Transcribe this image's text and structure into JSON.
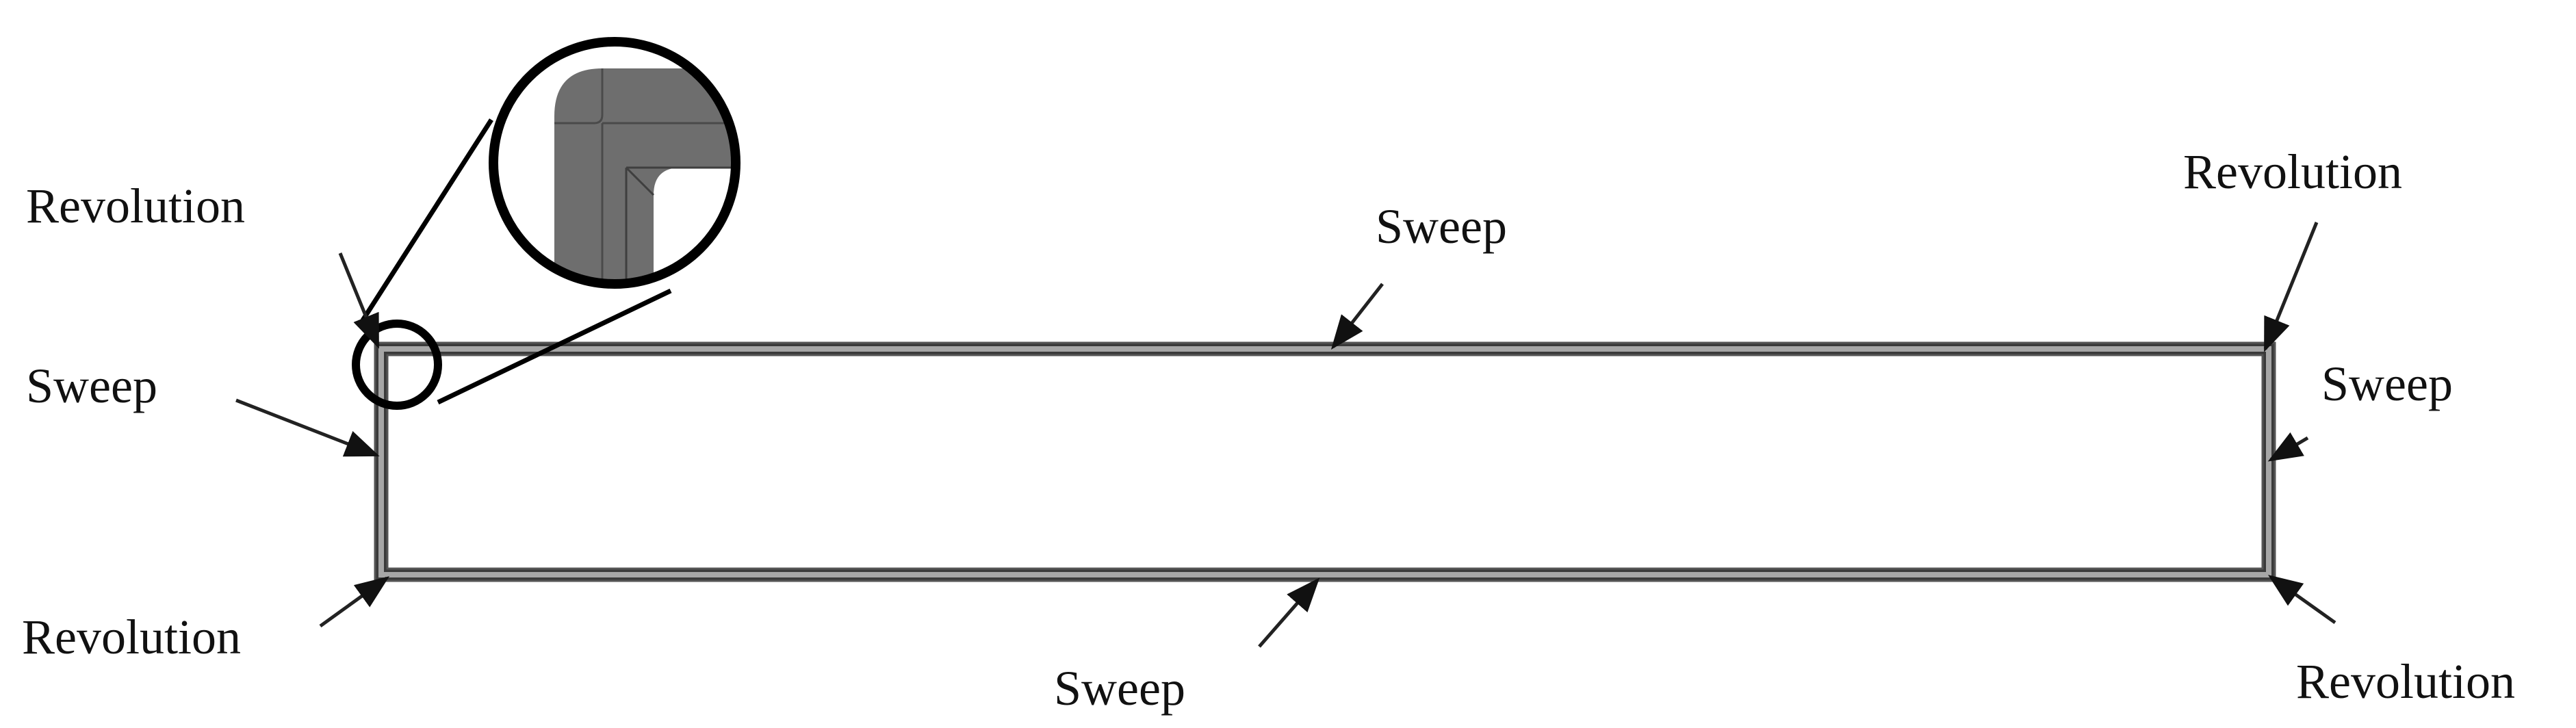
{
  "labels": {
    "revolution_top_left": "Revolution",
    "revolution_top_right": "Revolution",
    "revolution_bottom_left": "Revolution",
    "revolution_bottom_right": "Revolution",
    "sweep_top": "Sweep",
    "sweep_bottom": "Sweep",
    "sweep_left": "Sweep",
    "sweep_right": "Sweep"
  },
  "colors": {
    "frame_outer": "#3a3a3a",
    "frame_mid": "#9a9a9a",
    "frame_inner": "#5a5a5a",
    "magnifier_fill": "#707070",
    "leader_line": "#222222",
    "magnifier_ring": "#000000"
  }
}
